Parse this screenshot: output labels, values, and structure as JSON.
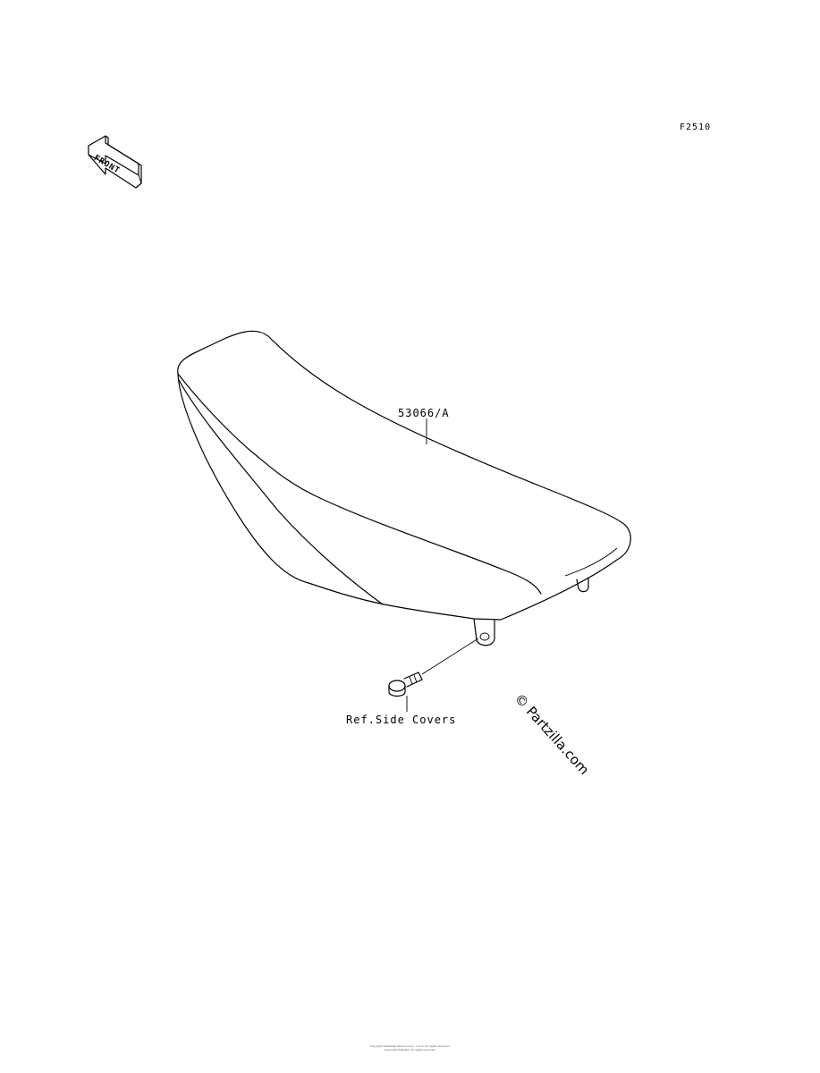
{
  "figure_code": "F2510",
  "front_label": "FRONT",
  "parts": {
    "seat_number": "53066/A",
    "reference_note": "Ref.Side Covers"
  },
  "watermark": "© Partzilla.com",
  "footer": {
    "line1": "Copyright Kawasaki Motors Corp., U.S.A. All rights reserved.",
    "line2": "Copyright Partzilla. All rights reserved."
  }
}
